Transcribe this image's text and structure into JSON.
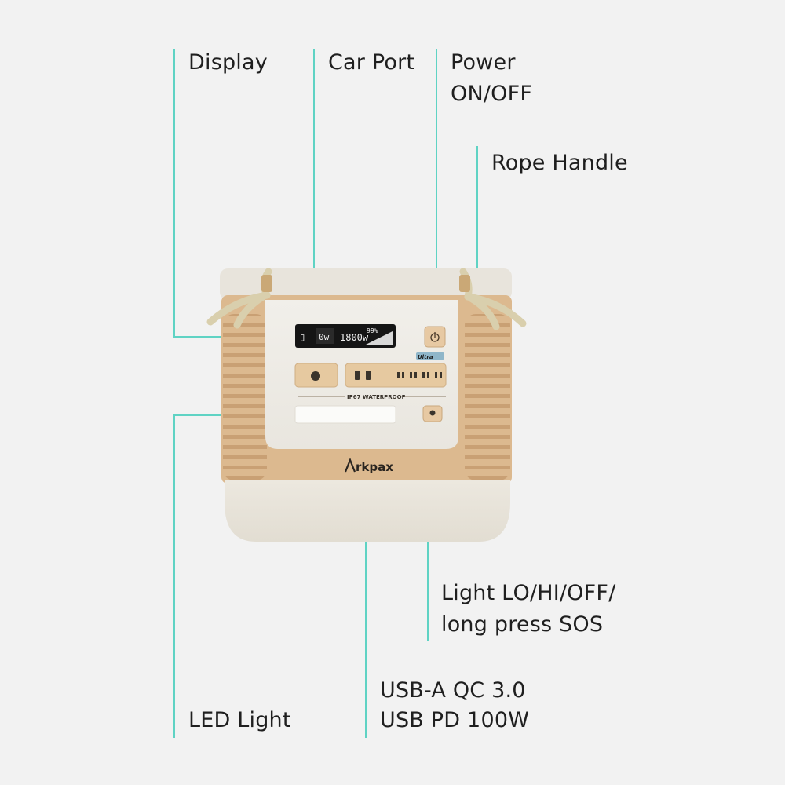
{
  "callouts": {
    "display": "Display",
    "car_port": "Car Port",
    "power_line1": "Power",
    "power_line2": "ON/OFF",
    "rope_handle": "Rope Handle",
    "light_line1": "Light LO/HI/OFF/",
    "light_line2": "long press SOS",
    "led_light": "LED Light",
    "usb_line1": "USB-A QC 3.0",
    "usb_line2": "USB  PD 100W"
  },
  "device": {
    "brand": "rkpax",
    "waterproof": "IP67 WATERPROOF",
    "badge": "Ultra",
    "lcd_in": "0w",
    "lcd_out": "1800w",
    "lcd_battery": "99%"
  },
  "colors": {
    "accent_line": "#5fd3c4",
    "body_tan": "#dcb98f",
    "body_cream": "#ece8df",
    "background": "#f2f2f2"
  }
}
